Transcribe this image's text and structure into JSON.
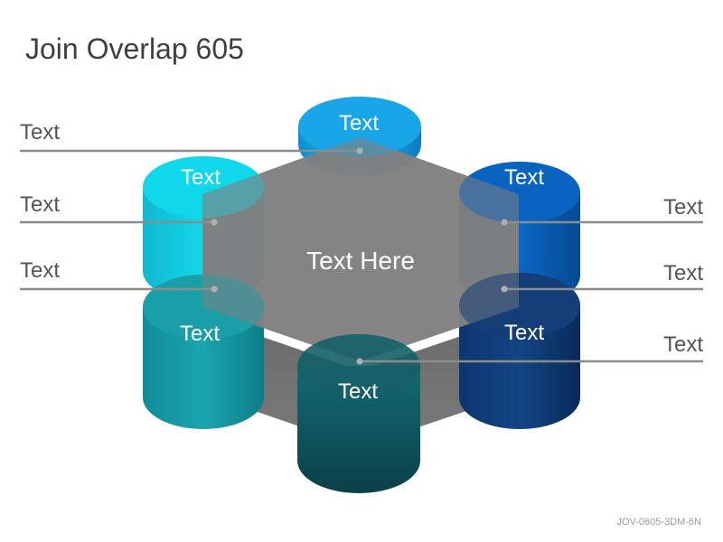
{
  "title": "Join Overlap 605",
  "center_label": "Text Here",
  "cylinders": {
    "top": "Text",
    "upper_left": "Text",
    "upper_right": "Text",
    "lower_left": "Text",
    "lower_right": "Text",
    "bottom": "Text"
  },
  "side_labels": {
    "left_1": "Text",
    "left_2": "Text",
    "left_3": "Text",
    "right_1": "Text",
    "right_2": "Text",
    "right_3": "Text"
  },
  "footer_code": "JOV-0605-3DM-6N",
  "colors": {
    "top": "#1aa6e8",
    "upper_left": "#11c9e0",
    "upper_right": "#0a5fb8",
    "lower_left": "#169aa6",
    "lower_right": "#0f3f7a",
    "bottom": "#0f5d66",
    "hexagon": "#7f7f7f",
    "lines": "#8c8c8c"
  }
}
